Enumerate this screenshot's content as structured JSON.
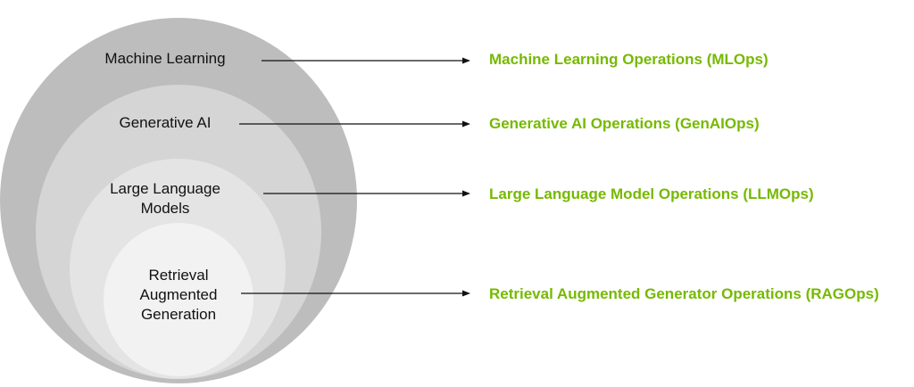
{
  "colors": {
    "outer_circle": "#bdbdbd",
    "circle_2": "#d5d5d5",
    "circle_3": "#e4e4e4",
    "inner_circle": "#f2f2f2",
    "label_text": "#111111",
    "operations_text": "#76b900",
    "arrow": "#111111"
  },
  "layers": [
    {
      "id": "ml",
      "label_lines": [
        "Machine Learning"
      ],
      "operation": "Machine Learning Operations (MLOps)"
    },
    {
      "id": "gai",
      "label_lines": [
        "Generative AI"
      ],
      "operation": "Generative AI Operations (GenAIOps)"
    },
    {
      "id": "llm",
      "label_lines": [
        "Large Language",
        "Models"
      ],
      "operation": "Large Language Model Operations (LLMOps)"
    },
    {
      "id": "rag",
      "label_lines": [
        "Retrieval",
        "Augmented",
        "Generation"
      ],
      "operation": "Retrieval Augmented Generator Operations (RAGOps)"
    }
  ]
}
